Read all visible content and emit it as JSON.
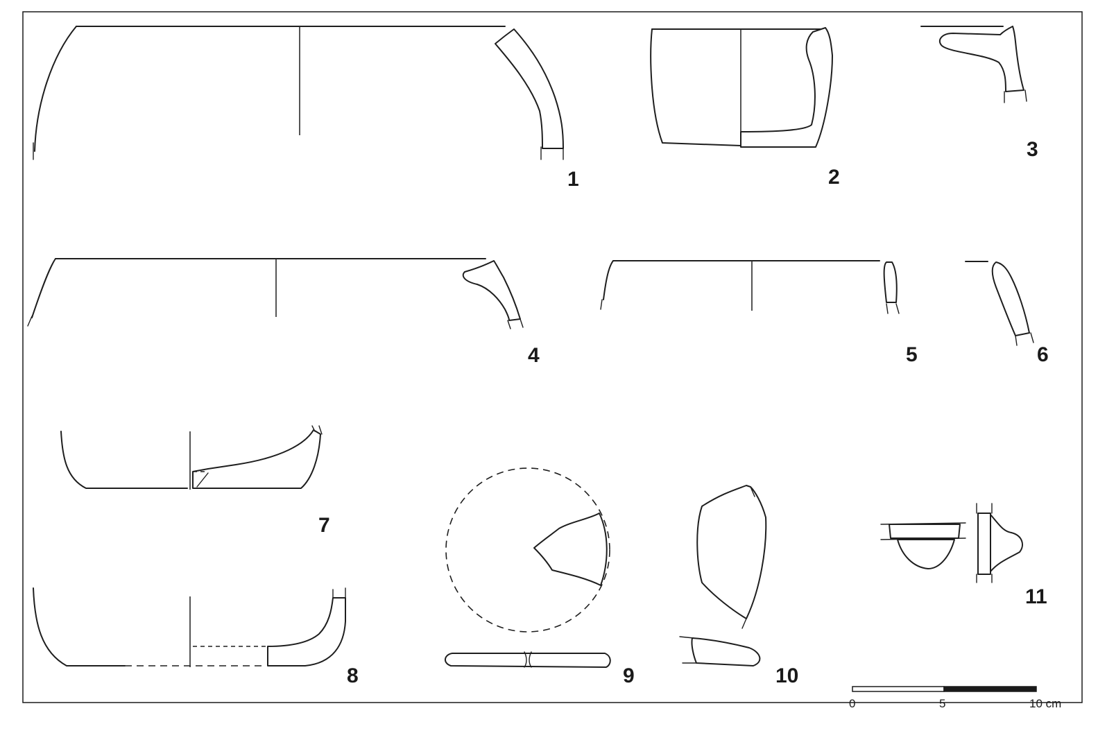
{
  "figures": [
    {
      "id": "fig-1",
      "label": "1"
    },
    {
      "id": "fig-2",
      "label": "2"
    },
    {
      "id": "fig-3",
      "label": "3"
    },
    {
      "id": "fig-4",
      "label": "4"
    },
    {
      "id": "fig-5",
      "label": "5"
    },
    {
      "id": "fig-6",
      "label": "6"
    },
    {
      "id": "fig-7",
      "label": "7"
    },
    {
      "id": "fig-8",
      "label": "8"
    },
    {
      "id": "fig-9",
      "label": "9"
    },
    {
      "id": "fig-10",
      "label": "10"
    },
    {
      "id": "fig-11",
      "label": "11"
    }
  ],
  "scale_bar": {
    "ticks": [
      "0",
      "5",
      "10 cm"
    ]
  },
  "colors": {
    "ink": "#1e1e1e",
    "paper": "#ffffff"
  }
}
